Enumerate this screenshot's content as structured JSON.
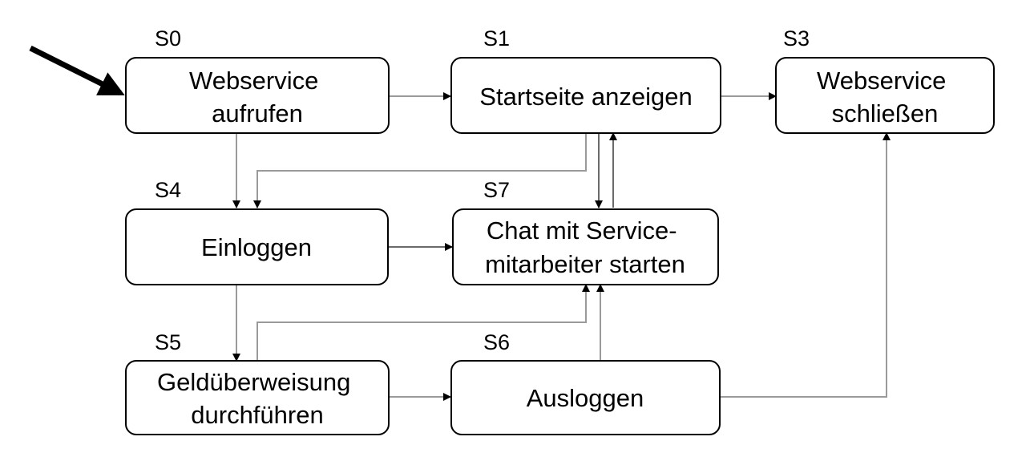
{
  "states": {
    "s0": {
      "id": "S0",
      "lines": [
        "Webservice",
        "aufrufen"
      ]
    },
    "s1": {
      "id": "S1",
      "lines": [
        "Startseite anzeigen"
      ]
    },
    "s3": {
      "id": "S3",
      "lines": [
        "Webservice",
        "schließen"
      ]
    },
    "s4": {
      "id": "S4",
      "lines": [
        "Einloggen"
      ]
    },
    "s7": {
      "id": "S7",
      "lines": [
        "Chat mit Service-",
        "mitarbeiter starten"
      ]
    },
    "s5": {
      "id": "S5",
      "lines": [
        "Geldüberweisung",
        "durchführen"
      ]
    },
    "s6": {
      "id": "S6",
      "lines": [
        "Ausloggen"
      ]
    }
  },
  "transitions": [
    {
      "from": "S0",
      "to": "S1"
    },
    {
      "from": "S1",
      "to": "S3"
    },
    {
      "from": "S0",
      "to": "S4"
    },
    {
      "from": "S1",
      "to": "S4"
    },
    {
      "from": "S1",
      "to": "S7"
    },
    {
      "from": "S7",
      "to": "S1"
    },
    {
      "from": "S4",
      "to": "S7"
    },
    {
      "from": "S4",
      "to": "S5"
    },
    {
      "from": "S5",
      "to": "S7"
    },
    {
      "from": "S5",
      "to": "S6"
    },
    {
      "from": "S6",
      "to": "S7"
    },
    {
      "from": "S6",
      "to": "S3"
    }
  ],
  "colors": {
    "box_stroke": "#000000",
    "edge": "#9a9a9a",
    "start_arrow": "#000000",
    "text": "#000000"
  }
}
